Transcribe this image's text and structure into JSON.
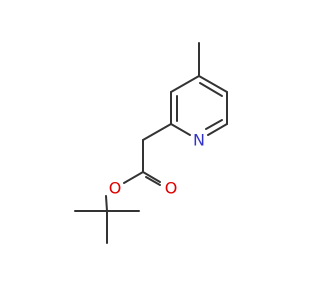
{
  "molecule": {
    "atoms": [
      {
        "element": "N",
        "color": "#3333cc"
      },
      {
        "element": "O",
        "color": "#e00000"
      },
      {
        "element": "O",
        "color": "#e00000"
      }
    ],
    "bond_color": "#333333"
  }
}
